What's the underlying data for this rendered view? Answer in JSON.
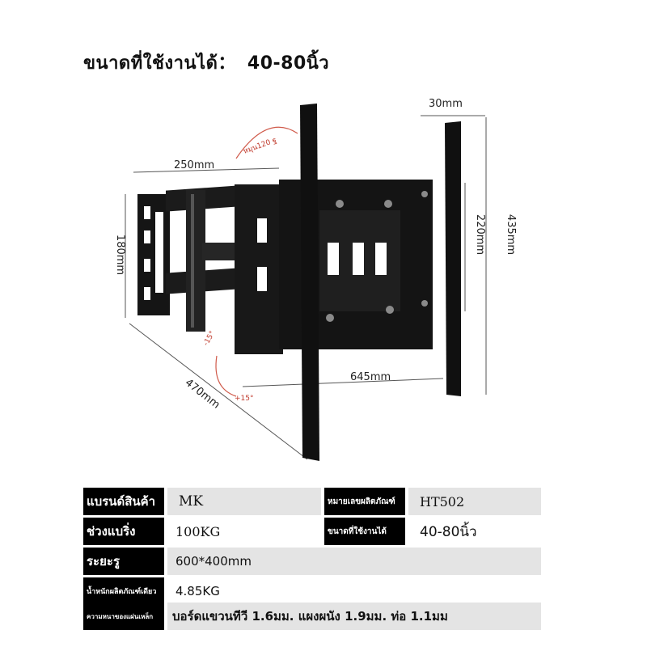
{
  "title": {
    "label": "ขนาดที่ใช้งานได้：",
    "value": "40-80นิ้ว"
  },
  "dimensions": {
    "top_depth": "30mm",
    "arm_length": "250mm",
    "rotation": "หมุน120 ฐ",
    "wall_plate_height": "180mm",
    "inner_height": "220mm",
    "total_height": "435mm",
    "total_width": "645mm",
    "extension": "470mm",
    "tilt_up": "-15°",
    "tilt_down": "+15°"
  },
  "specs": {
    "brand_label": "แบรนด์สินค้า",
    "brand_value": "MK",
    "model_label": "หมายเลขผลิตภัณฑ์",
    "model_value": "HT502",
    "swing_label": "ช่วงแบริ่ง",
    "swing_value": "100KG",
    "size_label": "ขนาดที่ใช้งานได้",
    "size_value": "40-80นิ้ว",
    "pitch_label": "ระยะรู",
    "pitch_value": "600*400mm",
    "weight_label": "น้ำหนักผลิตภัณฑ์เดียว",
    "weight_value": "4.85KG",
    "thickness_label": "ความหนาของแผ่นเหล็ก",
    "thickness_value": "บอร์ดแขวนทีวี 1.6มม. แผงผนัง 1.9มม. ท่อ 1.1มม"
  }
}
